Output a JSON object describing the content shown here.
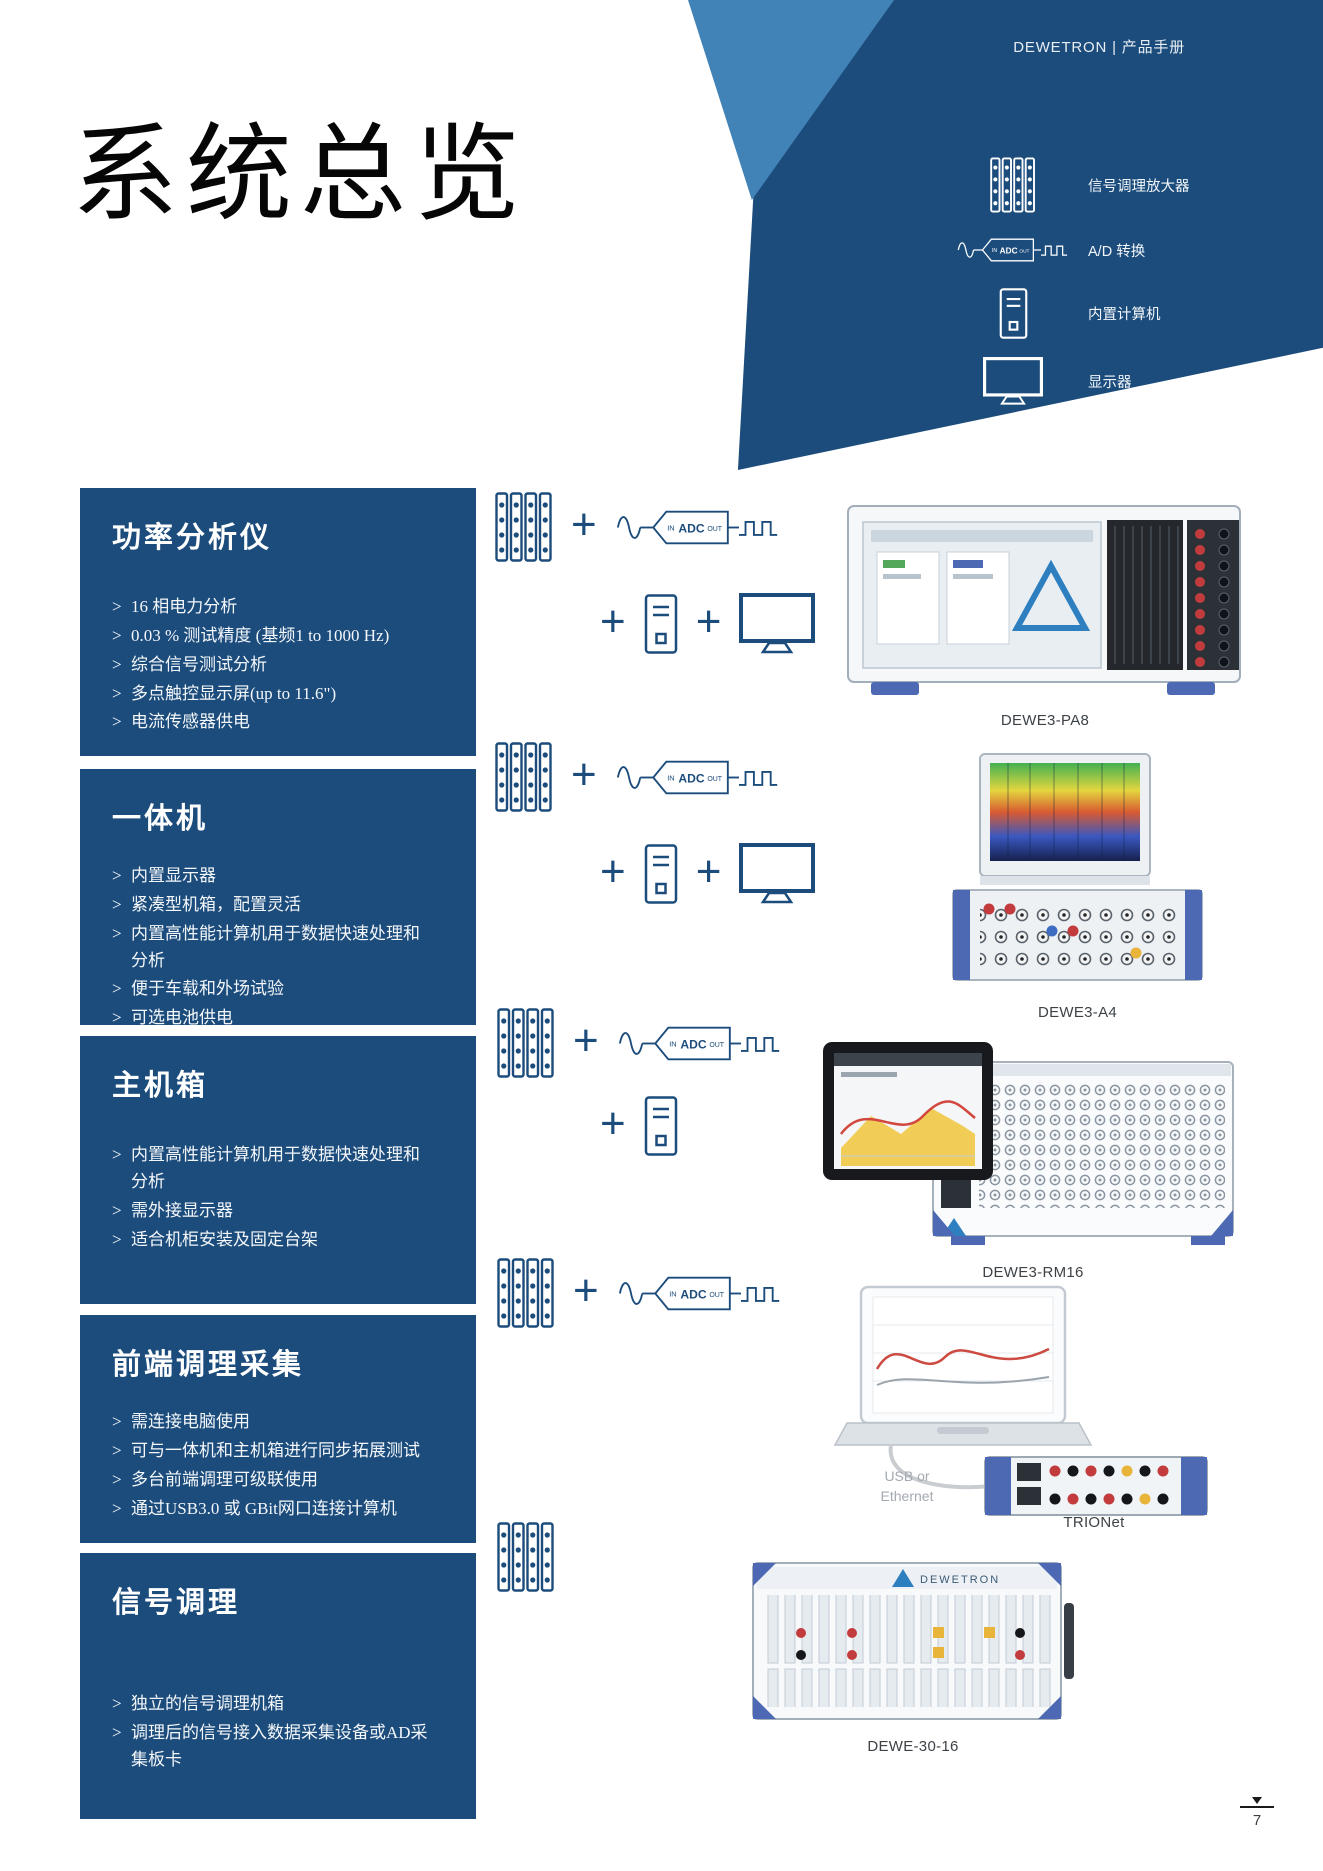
{
  "page": {
    "header": "DEWETRON | 产品手册",
    "title": "系统总览",
    "page_number": "7"
  },
  "ui": {
    "bullet_marker": ">",
    "plus": "+"
  },
  "adc": {
    "in": "IN",
    "label": "ADC",
    "out": "OUT"
  },
  "brand": "DEWETRON",
  "legend": {
    "items": [
      {
        "icon": "amplifier-icon",
        "label": "信号调理放大器"
      },
      {
        "icon": "adc-icon",
        "label": "A/D 转换"
      },
      {
        "icon": "computer-icon",
        "label": "内置计算机"
      },
      {
        "icon": "monitor-icon",
        "label": "显示器"
      }
    ]
  },
  "sections": [
    {
      "title": "功率分析仪",
      "bullets": [
        "16 相电力分析",
        "0.03 % 测试精度 (基频1 to 1000 Hz)",
        "综合信号测试分析",
        "多点触控显示屏(up to 11.6\")",
        "电流传感器供电"
      ],
      "product": "DEWE3-PA8"
    },
    {
      "title": "一体机",
      "bullets": [
        "内置显示器",
        "紧凑型机箱，配置灵活",
        "内置高性能计算机用于数据快速处理和分析",
        "便于车载和外场试验",
        "可选电池供电"
      ],
      "product": "DEWE3-A4"
    },
    {
      "title": "主机箱",
      "bullets": [
        "内置高性能计算机用于数据快速处理和分析",
        "需外接显示器",
        "适合机柜安装及固定台架"
      ],
      "product": "DEWE3-RM16"
    },
    {
      "title": "前端调理采集",
      "bullets": [
        "需连接电脑使用",
        "可与一体机和主机箱进行同步拓展测试",
        "多台前端调理可级联使用",
        "通过USB3.0 或 GBit网口连接计算机"
      ],
      "product": "TRIONet",
      "note_line1": "USB or",
      "note_line2": "Ethernet"
    },
    {
      "title": "信号调理",
      "bullets": [
        "独立的信号调理机箱",
        "调理后的信号接入数据采集设备或AD采集板卡"
      ],
      "product": "DEWE-30-16"
    }
  ]
}
